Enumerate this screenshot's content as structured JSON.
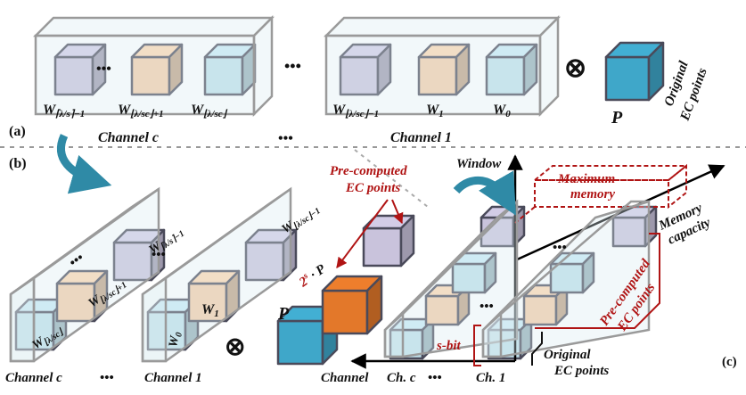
{
  "panel_a": {
    "tag": "(a)",
    "channel_c": "Channel c",
    "channel_1": "Channel 1",
    "dots": "•••",
    "w_c1": "W",
    "w_c1_sub": "⌈λ/s⌉−1",
    "w_c2": "W",
    "w_c2_sub": "⌊λ/sc⌋+1",
    "w_c3": "W",
    "w_c3_sub": "⌊λ/sc⌋",
    "w_11": "W",
    "w_11_sub": "⌊λ/sc⌋−1",
    "w_12": "W",
    "w_12_sub": "1",
    "w_13": "W",
    "w_13_sub": "0",
    "otimes": "⊗",
    "p_label": "P",
    "orig_line1": "Original",
    "orig_line2": "EC points"
  },
  "panel_b": {
    "tag": "(b)",
    "channel_c": "Channel c",
    "channel_1": "Channel 1",
    "dots": "•••",
    "w_c1": "W",
    "w_c1_sub": "⌈λ/s⌉−1",
    "w_c2": "W",
    "w_c2_sub": "⌊λ/sc⌋+1",
    "w_c3": "W",
    "w_c3_sub": "⌊λ/sc⌋",
    "w_11": "W",
    "w_11_sub": "⌊λ/sc⌋−1",
    "w_12": "W",
    "w_12_sub": "1",
    "w_13": "W",
    "w_13_sub": "0",
    "otimes": "⊗",
    "p_label": "P",
    "twos_label": "2",
    "twos_sup": "s",
    "twos_rest": " · P",
    "precomp_line1": "Pre-computed",
    "precomp_line2": "EC points"
  },
  "panel_c": {
    "tag": "(c)",
    "window_axis": "Window",
    "channel_axis": "Channel",
    "memory_line1": "Memory",
    "memory_line2": "capacity",
    "max_line1": "Maximum",
    "max_line2": "memory",
    "precomp_line1": "Pre-computed",
    "precomp_line2": "EC points",
    "orig_line1": "Original",
    "orig_line2": "EC points",
    "sbit": "s-bit",
    "ch_c": "Ch. c",
    "ch_1": "Ch. 1",
    "dots": "•••"
  },
  "colors": {
    "purple": "#c9c3dc",
    "orange": "#f5cda8",
    "blue": "#bfe0ea",
    "strong_blue": "#3fa7c9",
    "strong_orange": "#e3782a",
    "red": "#b01414",
    "teal_arrow": "#2f8aa6"
  }
}
